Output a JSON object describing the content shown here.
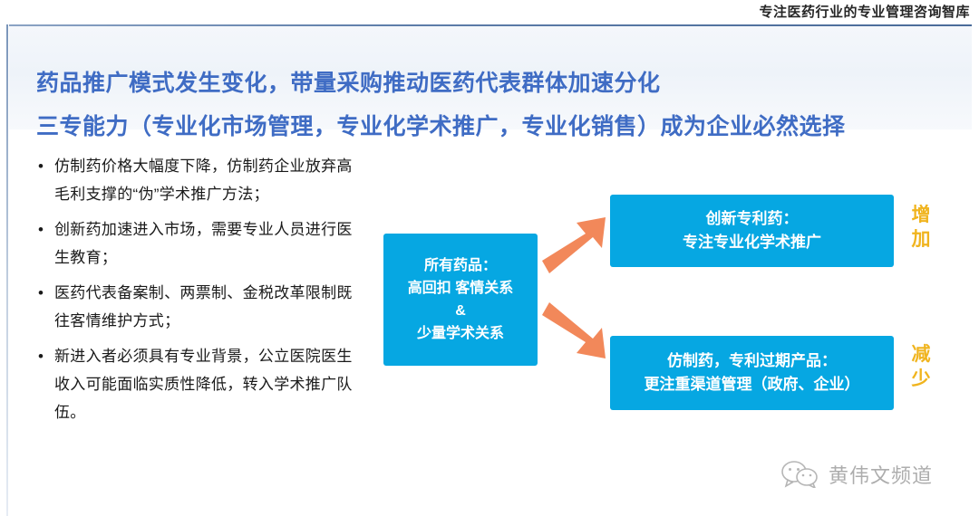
{
  "header": {
    "title": "专注医药行业的专业管理咨询智库"
  },
  "title": {
    "line1": "药品推广模式发生变化，带量采购推动医药代表群体加速分化",
    "line2": "三专能力（专业化市场管理，专业化学术推广，专业化销售）成为企业必然选择",
    "color": "#3f6cc4"
  },
  "bullets": {
    "marker": "•",
    "items": [
      "仿制药价格大幅度下降，仿制药企业放弃高毛利支撑的“伪”学术推广方法；",
      "创新药加速进入市场，需要专业人员进行医生教育；",
      "医药代表备案制、两票制、金税改革限制既往客情维护方式；",
      "新进入者必须具有专业背景，公立医院医生收入可能面临实质性降低，转入学术推广队伍。"
    ]
  },
  "diagram": {
    "box_color": "#06a7e2",
    "arrow_color": "#f2885a",
    "center_box": {
      "lines": [
        "所有药品：",
        "高回扣 客情关系",
        "&",
        "少量学术关系"
      ]
    },
    "top_right_box": {
      "lines": [
        "创新专利药：",
        "专注专业化学术推广"
      ]
    },
    "bottom_right_box": {
      "lines": [
        "仿制药，专利过期产品：",
        "更注重渠道管理（政府、企业）"
      ]
    },
    "labels": {
      "increase": "增加",
      "decrease": "减少",
      "color": "#f0b41e"
    }
  },
  "watermark": {
    "text": "黄伟文频道"
  }
}
